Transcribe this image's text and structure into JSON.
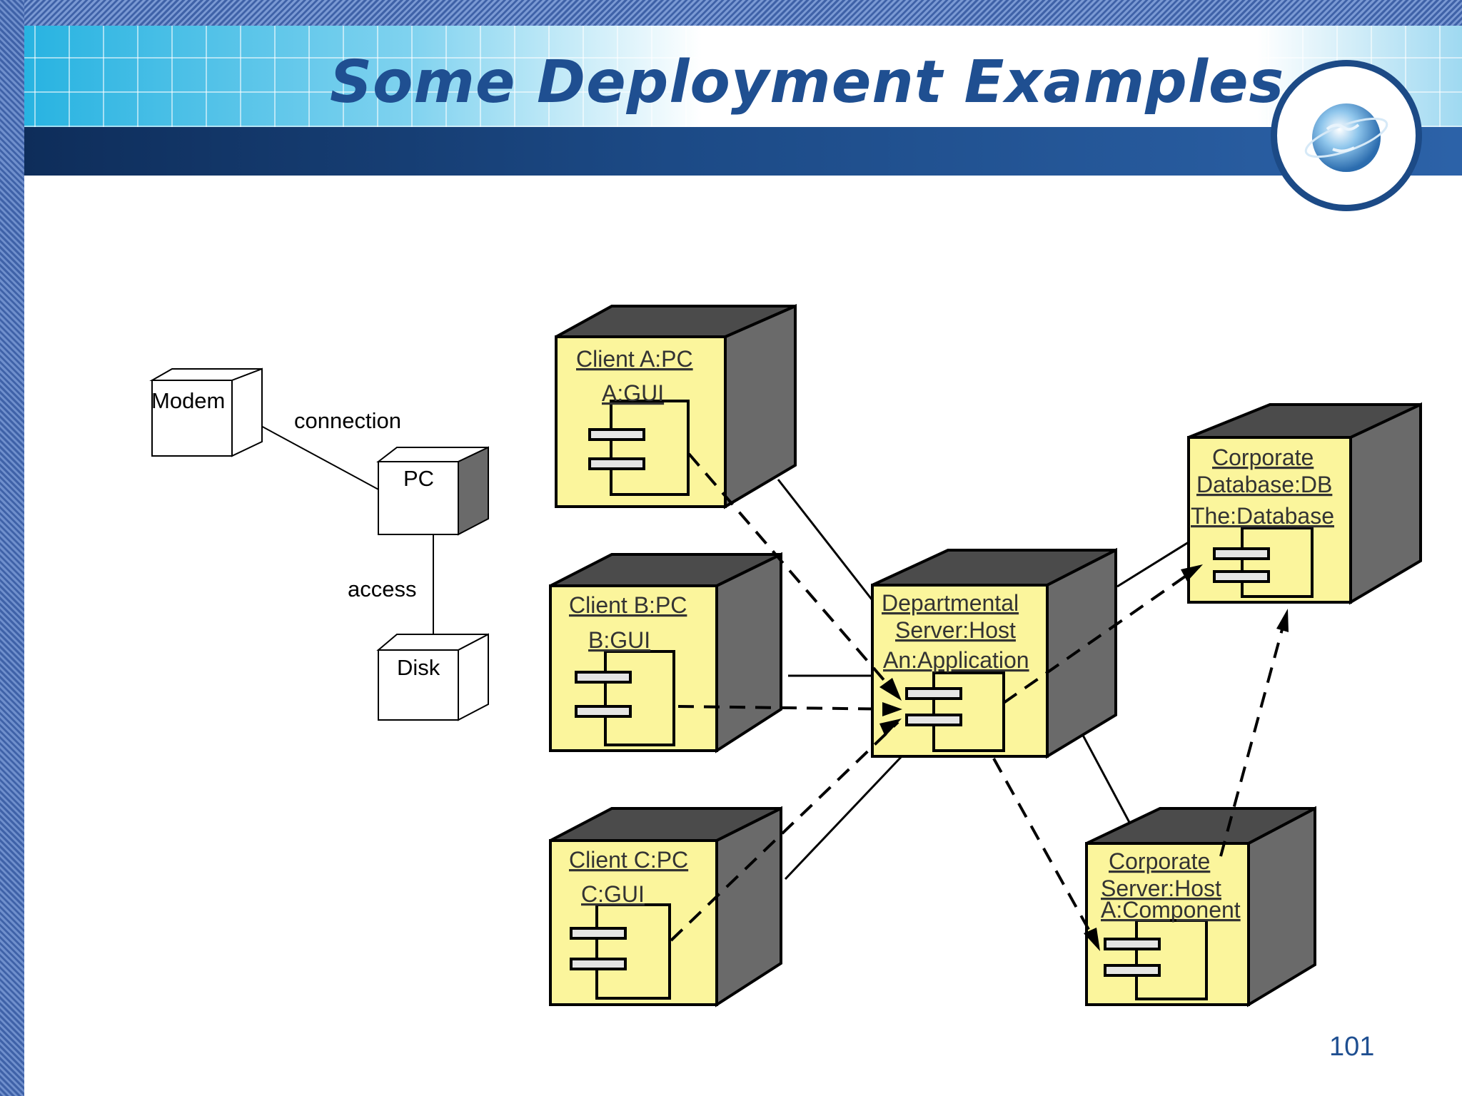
{
  "slide": {
    "title": "Some Deployment Examples",
    "page_number": "101"
  },
  "simple_diagram": {
    "nodes": {
      "modem": "Modem",
      "pc": "PC",
      "disk": "Disk"
    },
    "edges": {
      "modem_pc": "connection",
      "pc_disk": "access"
    }
  },
  "detailed_diagram": {
    "client_a": {
      "node": "Client A:PC",
      "component": "A:GUI"
    },
    "client_b": {
      "node": "Client B:PC",
      "component": "B:GUI"
    },
    "client_c": {
      "node": "Client C:PC",
      "component": "C:GUI"
    },
    "dept_server": {
      "line1": "Departmental",
      "line2": "Server:Host",
      "component": "An:Application"
    },
    "corp_db": {
      "line1": "Corporate",
      "line2": "Database:DB",
      "component": "The:Database"
    },
    "corp_server": {
      "line1": "Corporate",
      "line2": "Server:Host",
      "component": "A:Component"
    }
  },
  "colors": {
    "node_fill": "#fbf59c",
    "node_side": "#686868",
    "title": "#1f4f91"
  }
}
